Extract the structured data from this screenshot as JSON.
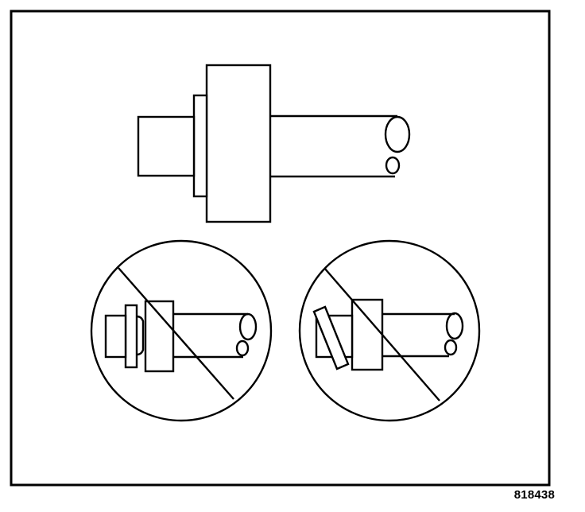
{
  "figure": {
    "number": "818438"
  },
  "panels": {
    "correct": {
      "label_visible": false
    },
    "incorrect_gap": {
      "prohibited_symbol": "circle-slash"
    },
    "incorrect_tilt": {
      "prohibited_symbol": "circle-slash"
    }
  },
  "colors": {
    "ink": "#000000",
    "paper": "#ffffff"
  }
}
